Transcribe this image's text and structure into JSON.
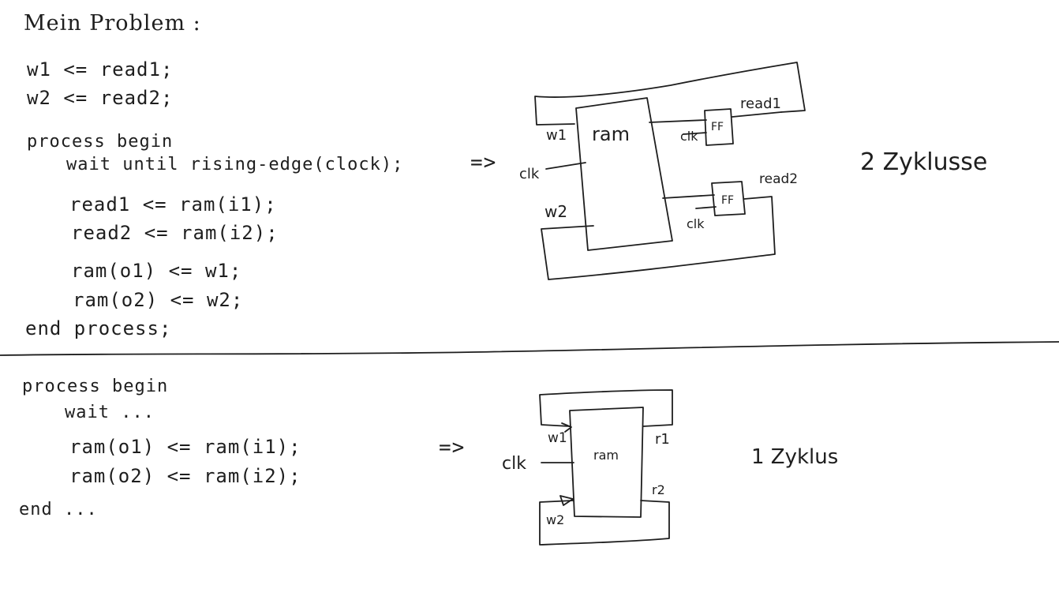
{
  "heading": "Mein Problem :",
  "top_code": [
    "w1 <= read1;",
    "w2 <= read2;",
    "process begin",
    "wait until rising-edge(clock);",
    "read1 <= ram(i1);",
    "read2 <= ram(i2);",
    "ram(o1) <= w1;",
    "ram(o2) <= w2;",
    "end process;"
  ],
  "bottom_code": [
    "process begin",
    "wait ...",
    "ram(o1) <= ram(i1);",
    "ram(o2) <= ram(i2);",
    "end ..."
  ],
  "arrow_symbol": "=>",
  "diagram_top": {
    "block": "ram",
    "w1": "w1",
    "w2": "w2",
    "clk": "clk",
    "ff1": "FF",
    "ff2": "FF",
    "ff_clk1": "clk",
    "ff_clk2": "clk",
    "read1": "read1",
    "read2": "read2",
    "result": "2 Zyklusse"
  },
  "diagram_bottom": {
    "block": "ram",
    "w1": "w1",
    "w2": "w2",
    "clk": "clk",
    "r1": "r1",
    "r2": "r2",
    "result": "1 Zyklus"
  }
}
